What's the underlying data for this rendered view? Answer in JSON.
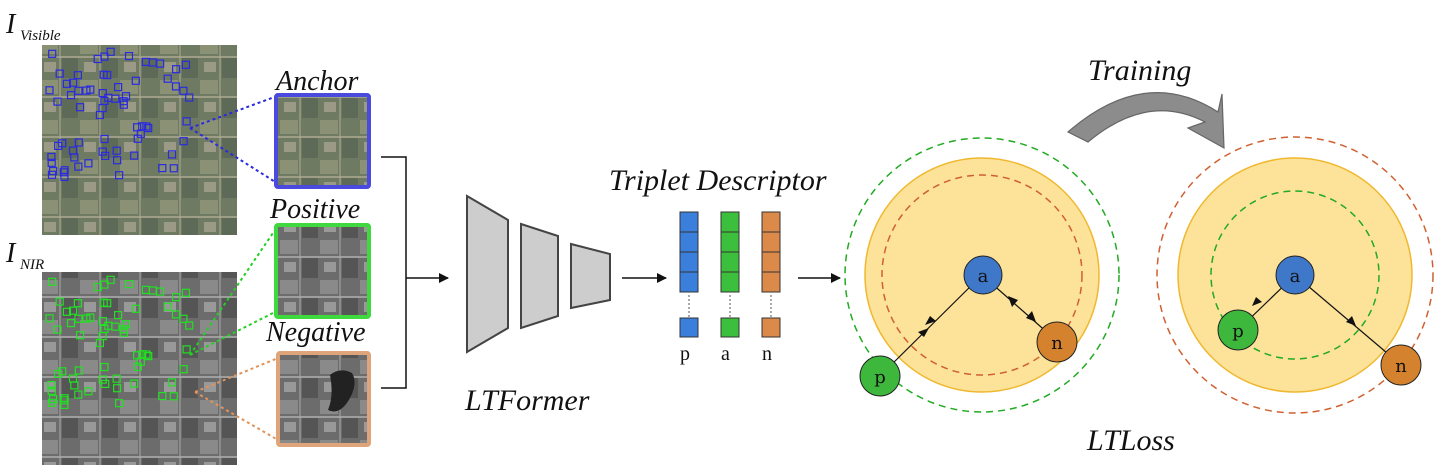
{
  "images": {
    "visible_title_main": "I",
    "visible_title_sub": "Visible",
    "nir_title_main": "I",
    "nir_title_sub": "NIR"
  },
  "patches": {
    "anchor": "Anchor",
    "positive": "Positive",
    "negative": "Negative"
  },
  "network": {
    "name": "LTFormer"
  },
  "descriptor": {
    "title": "Triplet Descriptor",
    "labels": [
      "p",
      "a",
      "n"
    ]
  },
  "loss": {
    "training_label": "Training",
    "name": "LTLoss",
    "before": {
      "a": "a",
      "p": "p",
      "n": "n"
    },
    "after": {
      "a": "a",
      "p": "p",
      "n": "n"
    }
  },
  "colors": {
    "anchor": "#4a4adf",
    "positive": "#3fd93f",
    "negative": "#e0a47a",
    "desc_blue": "#3a7fdb",
    "desc_green": "#3cbf3c",
    "desc_orange": "#dc8a4a",
    "node_a": "#3f78c8",
    "node_p": "#3db83d",
    "node_n": "#d4822e",
    "yellow_fill": "#fde39a",
    "yellow_edge": "#f0b830"
  }
}
